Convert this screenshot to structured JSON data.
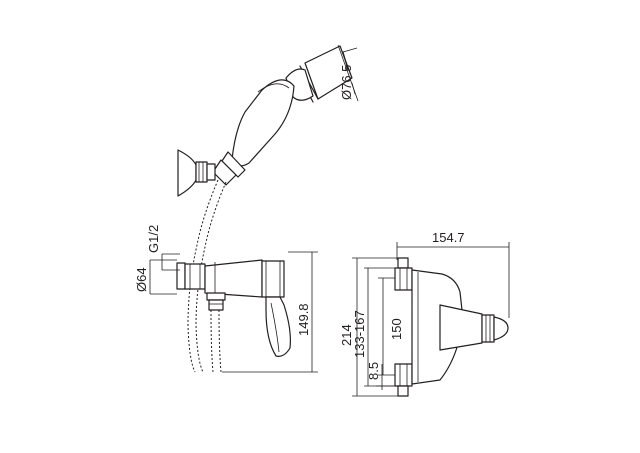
{
  "dimensions": {
    "head_diameter": "Ø76.5",
    "thread": "G1/2",
    "inlet_diameter": "Ø64",
    "height_outlet": "149.8",
    "depth": "154.7",
    "overall_height": "214",
    "center_range": "133-167",
    "center": "150",
    "offset": "8.5"
  }
}
